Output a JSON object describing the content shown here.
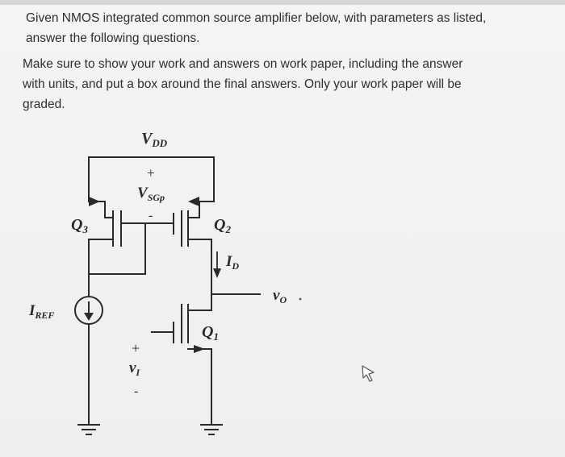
{
  "question": {
    "line1": "Given NMOS integrated common source amplifier below, with parameters as listed,",
    "line2": "answer the following questions.",
    "instructions_line1": "Make sure to show your work and answers on work paper, including the answer",
    "instructions_line2": "with units, and put a box around the final answers. Only your work paper will be",
    "instructions_line3": "graded."
  },
  "circuit": {
    "vdd": {
      "main": "V",
      "sub": "DD"
    },
    "vsgp": {
      "plus": "+",
      "main": "V",
      "sub": "SGp",
      "minus": "-"
    },
    "q3": {
      "main": "Q",
      "sub": "3"
    },
    "q2": {
      "main": "Q",
      "sub": "2"
    },
    "q1": {
      "main": "Q",
      "sub": "1"
    },
    "id": {
      "main": "I",
      "sub": "D"
    },
    "vo": {
      "main": "v",
      "sub": "O"
    },
    "iref": {
      "main": "I",
      "sub": "REF"
    },
    "vi": {
      "plus": "+",
      "main": "v",
      "sub": "I",
      "minus": "-"
    }
  },
  "colors": {
    "wire": "#2a2a2a",
    "background": "#f1f2f3",
    "text": "#2f2f2f"
  },
  "icons": [
    "current-source-icon",
    "ground-icon",
    "cursor-arrow-icon"
  ]
}
